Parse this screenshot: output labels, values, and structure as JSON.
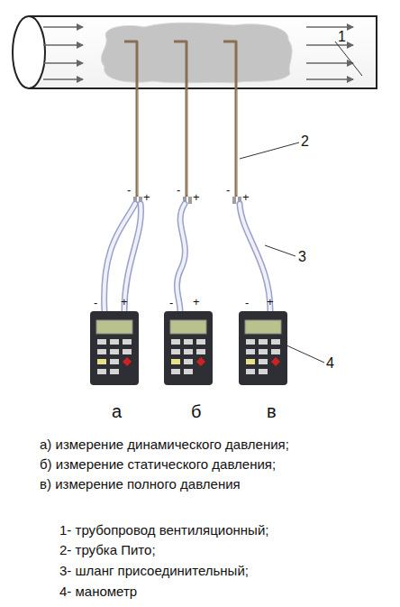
{
  "diagram": {
    "labels": [
      "1",
      "2",
      "3",
      "4",
      "-",
      "+",
      "-",
      "+",
      "-",
      "+",
      "-",
      "+",
      "-",
      "+",
      "-",
      "+",
      "а",
      "б",
      "в",
      "а) измерение динамического давления;",
      "б) измерение статического давления;",
      "в) измерение полного давления",
      "1- трубопровод вентиляционный;",
      "2- трубка Пито;",
      "3- шланг присоединительный;",
      "4- манометр"
    ]
  }
}
